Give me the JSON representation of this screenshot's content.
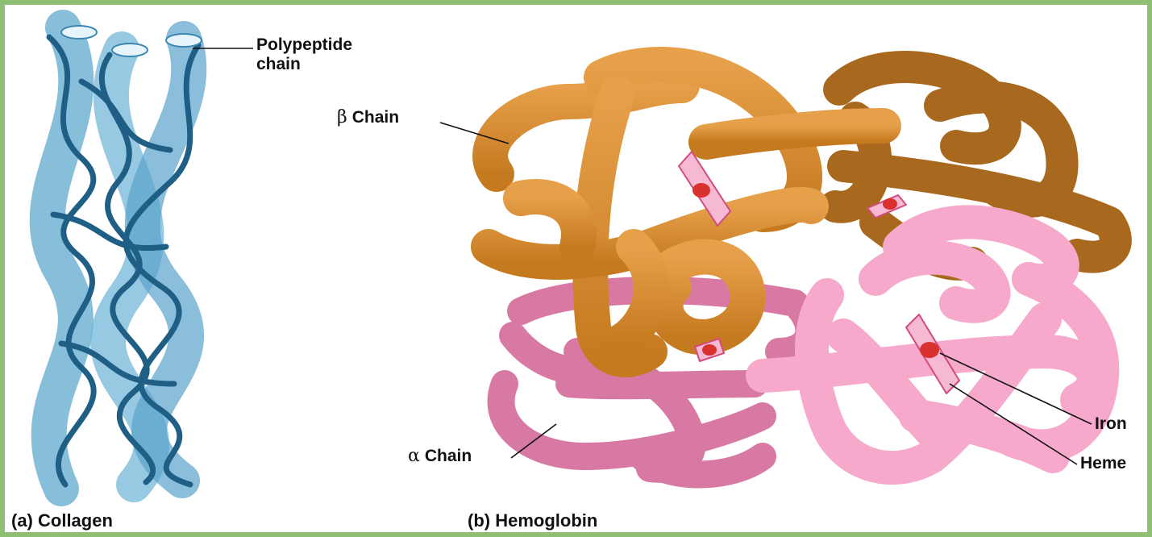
{
  "labels": {
    "polypeptide_chain": [
      "Polypeptide",
      "chain"
    ],
    "beta_chain": {
      "symbol": "β",
      "text": "Chain"
    },
    "alpha_chain": {
      "symbol": "α",
      "text": "Chain"
    },
    "iron": "Iron",
    "heme": "Heme"
  },
  "captions": {
    "collagen": "(a) Collagen",
    "hemoglobin": "(b) Hemoglobin"
  },
  "colors": {
    "frame_border": "#8fbf72",
    "collagen_tube": "#5fa9cf",
    "collagen_strand": "#1f5f86",
    "beta_chain_front": "#d68a2a",
    "beta_chain_back": "#a8681e",
    "alpha_chain_left": "#d879a3",
    "alpha_chain_right": "#f7a9cb",
    "heme": "#f6b9d3",
    "iron": "#d9322e"
  }
}
